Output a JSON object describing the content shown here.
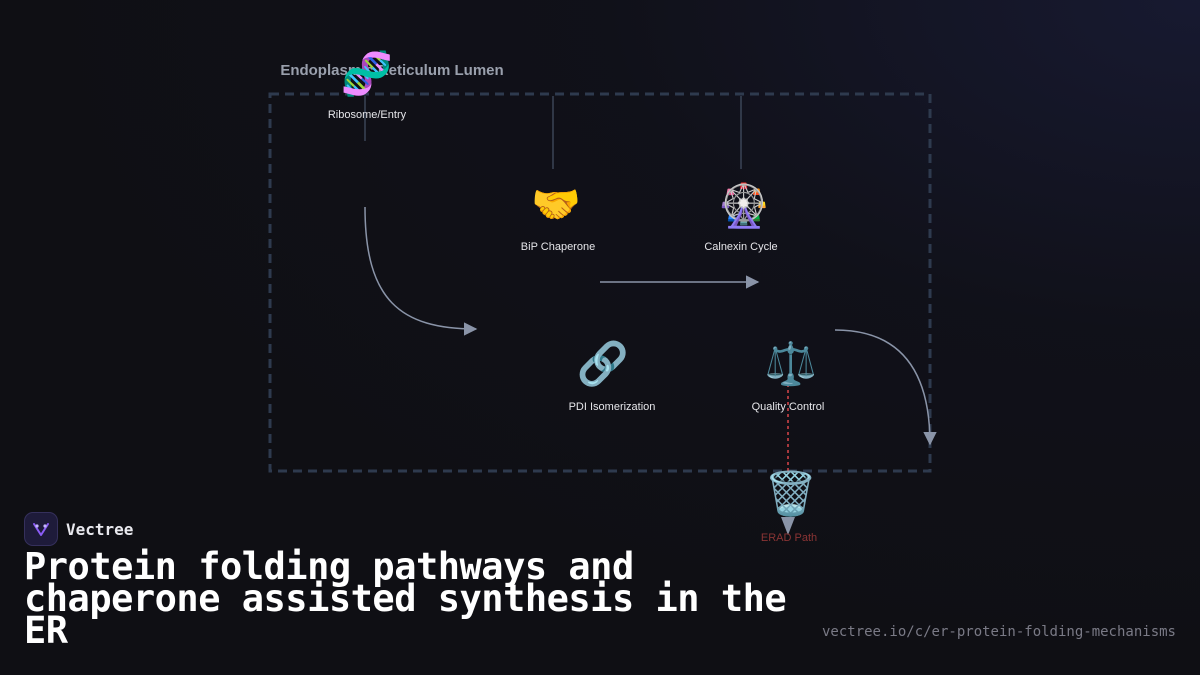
{
  "diagram": {
    "region_label": "Endoplasmic Reticulum Lumen",
    "nodes": {
      "ribosome": {
        "icon": "dna-icon",
        "glyph": "🧬",
        "label": "Ribosome/Entry"
      },
      "bip": {
        "icon": "handshake-icon",
        "glyph": "🤝",
        "label": "BiP Chaperone"
      },
      "calnexin": {
        "icon": "ferris-wheel-icon",
        "glyph": "🎡",
        "label": "Calnexin Cycle"
      },
      "pdi": {
        "icon": "link-icon",
        "glyph": "🔗",
        "label": "PDI Isomerization"
      },
      "qc": {
        "icon": "balance-scale-icon",
        "glyph": "⚖️",
        "label": "Quality Control"
      },
      "erad": {
        "icon": "trash-icon",
        "glyph": "🗑️",
        "label": "ERAD Path"
      }
    },
    "colors": {
      "region_border": "#2e3a4e",
      "connector": "#8a94a8",
      "erad_link": "#d9454a",
      "erad_label": "#8a3434",
      "node_label": "#e6e6ea",
      "region_label": "#9aa0ad"
    }
  },
  "brand": {
    "name": "Vectree",
    "logo_icon": "vectree-logo-icon"
  },
  "title": "Protein folding pathways and chaperone assisted synthesis in the ER",
  "url": "vectree.io/c/er-protein-folding-mechanisms"
}
